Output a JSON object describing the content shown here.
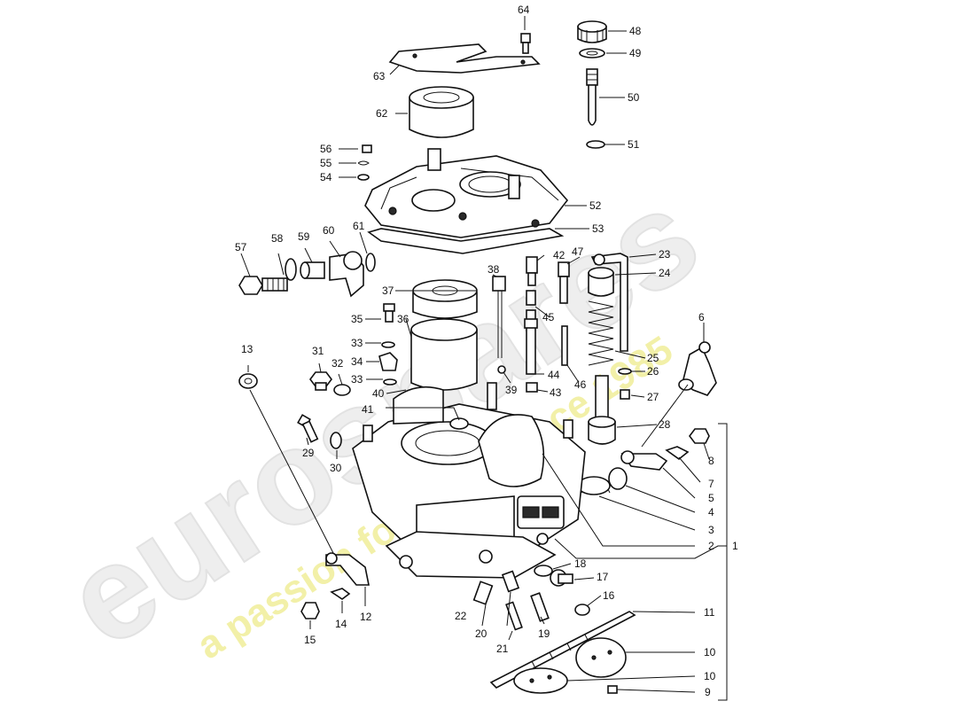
{
  "watermark": {
    "brand": "eurospares",
    "tagline": "a passion for parts since 1985",
    "colors": {
      "brand_fill": "#eeeeee",
      "tagline_fill": "#f2f0a8"
    }
  },
  "callouts": {
    "c1": "1",
    "c2": "2",
    "c3": "3",
    "c4": "4",
    "c5": "5",
    "c6": "6",
    "c7": "7",
    "c8": "8",
    "c9": "9",
    "c10": "10",
    "c11": "11",
    "c12": "12",
    "c13": "13",
    "c14": "14",
    "c15": "15",
    "c16": "16",
    "c17": "17",
    "c18": "18",
    "c19": "19",
    "c20": "20",
    "c21": "21",
    "c22": "22",
    "c23": "23",
    "c24": "24",
    "c25": "25",
    "c26": "26",
    "c27": "27",
    "c28": "28",
    "c29": "29",
    "c30": "30",
    "c31": "31",
    "c32": "32",
    "c33a": "33",
    "c33b": "33",
    "c34": "34",
    "c35": "35",
    "c36": "36",
    "c37": "37",
    "c38": "38",
    "c39": "39",
    "c40": "40",
    "c41": "41",
    "c42": "42",
    "c43": "43",
    "c44": "44",
    "c45": "45",
    "c46": "46",
    "c47": "47",
    "c48": "48",
    "c49": "49",
    "c50": "50",
    "c51": "51",
    "c52": "52",
    "c53": "53",
    "c54": "54",
    "c55": "55",
    "c56": "56",
    "c57": "57",
    "c58": "58",
    "c59": "59",
    "c60": "60",
    "c61": "61",
    "c62": "62",
    "c63": "63",
    "c64": "64"
  }
}
